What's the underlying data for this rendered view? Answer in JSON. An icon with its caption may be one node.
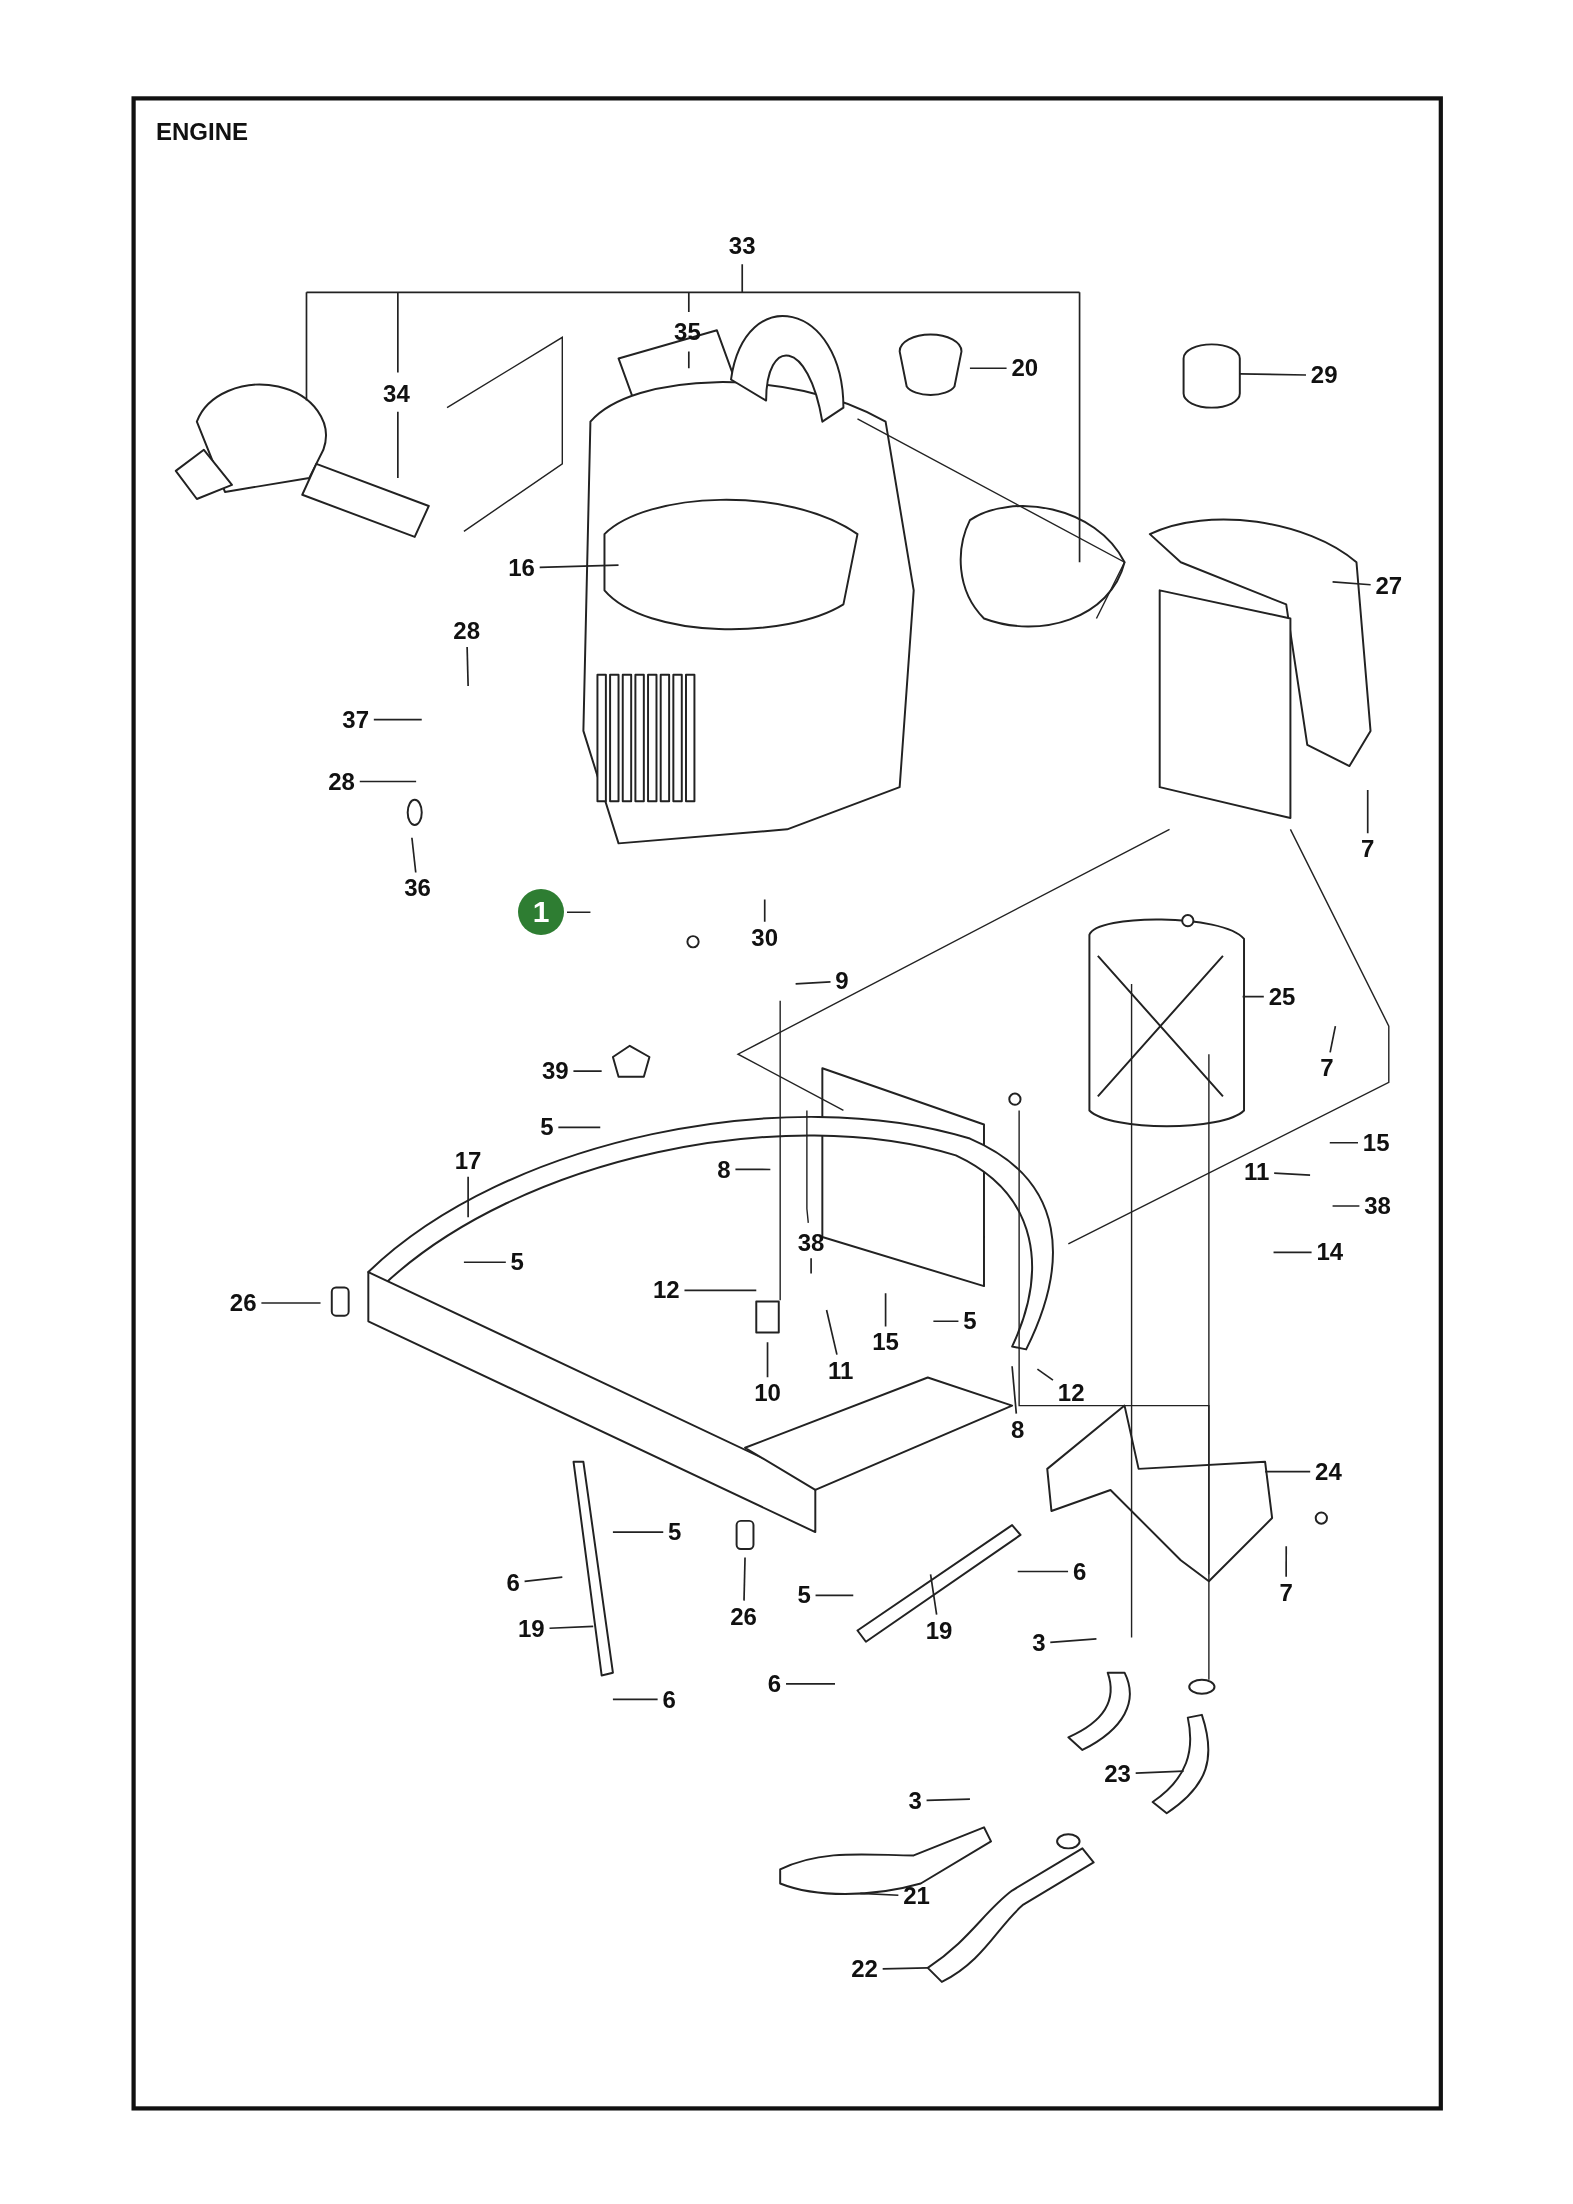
{
  "diagram": {
    "title": "ENGINE",
    "nodes": [
      {
        "text": [
          "33"
        ]
      },
      {
        "text": [
          "35"
        ]
      },
      {
        "text": [
          "34"
        ]
      },
      {
        "text": [
          "20"
        ]
      },
      {
        "text": [
          "29"
        ]
      },
      {
        "text": [
          "16"
        ]
      },
      {
        "text": [
          "27"
        ]
      },
      {
        "text": [
          "28"
        ]
      },
      {
        "text": [
          "37"
        ]
      },
      {
        "text": [
          "28"
        ]
      },
      {
        "text": [
          "36"
        ]
      },
      {
        "text": [
          "1"
        ]
      },
      {
        "text": [
          "7"
        ]
      },
      {
        "text": [
          "30"
        ]
      },
      {
        "text": [
          "9"
        ]
      },
      {
        "text": [
          "25"
        ]
      },
      {
        "text": [
          "39"
        ]
      },
      {
        "text": [
          "7"
        ]
      },
      {
        "text": [
          "5"
        ]
      },
      {
        "text": [
          "15"
        ]
      },
      {
        "text": [
          "17"
        ]
      },
      {
        "text": [
          "8"
        ]
      },
      {
        "text": [
          "11"
        ]
      },
      {
        "text": [
          "38"
        ]
      },
      {
        "text": [
          "38"
        ]
      },
      {
        "text": [
          "14"
        ]
      },
      {
        "text": [
          "5"
        ]
      },
      {
        "text": [
          "12"
        ]
      },
      {
        "text": [
          "26"
        ]
      },
      {
        "text": [
          "5"
        ]
      },
      {
        "text": [
          "15"
        ]
      },
      {
        "text": [
          "11"
        ]
      },
      {
        "text": [
          "10"
        ]
      },
      {
        "text": [
          "12"
        ]
      },
      {
        "text": [
          "8"
        ]
      },
      {
        "text": [
          "24"
        ]
      },
      {
        "text": [
          "5"
        ]
      },
      {
        "text": [
          "6"
        ]
      },
      {
        "text": [
          "6"
        ]
      },
      {
        "text": [
          "5"
        ]
      },
      {
        "text": [
          "7"
        ]
      },
      {
        "text": [
          "26"
        ]
      },
      {
        "text": [
          "19"
        ]
      },
      {
        "text": [
          "19"
        ]
      },
      {
        "text": [
          "3"
        ]
      },
      {
        "text": [
          "6"
        ]
      },
      {
        "text": [
          "6"
        ]
      },
      {
        "text": [
          "23"
        ]
      },
      {
        "text": [
          "3"
        ]
      },
      {
        "text": [
          "21"
        ]
      },
      {
        "text": [
          "22"
        ]
      }
    ],
    "edges": [
      {
        "from": 3,
        "to": null,
        "arrow": "none"
      },
      {
        "from": 4,
        "to": null,
        "arrow": "none"
      },
      {
        "from": 5,
        "to": null,
        "arrow": "none"
      },
      {
        "from": 6,
        "to": null,
        "arrow": "none"
      },
      {
        "from": 7,
        "to": null,
        "arrow": "none"
      },
      {
        "from": 8,
        "to": null,
        "arrow": "none"
      },
      {
        "from": 9,
        "to": null,
        "arrow": "none"
      },
      {
        "from": 10,
        "to": null,
        "arrow": "none"
      },
      {
        "from": 11,
        "to": null,
        "arrow": "none"
      },
      {
        "from": 12,
        "to": null,
        "arrow": "none"
      },
      {
        "from": 13,
        "to": null,
        "arrow": "none"
      },
      {
        "from": 14,
        "to": null,
        "arrow": "none"
      },
      {
        "from": 15,
        "to": null,
        "arrow": "none"
      },
      {
        "from": 16,
        "to": null,
        "arrow": "none"
      },
      {
        "from": 17,
        "to": null,
        "arrow": "none"
      },
      {
        "from": 18,
        "to": null,
        "arrow": "none"
      },
      {
        "from": 19,
        "to": null,
        "arrow": "none"
      },
      {
        "from": 20,
        "to": null,
        "arrow": "none"
      },
      {
        "from": 21,
        "to": null,
        "arrow": "none"
      },
      {
        "from": 22,
        "to": null,
        "arrow": "none"
      },
      {
        "from": 23,
        "to": null,
        "arrow": "none"
      },
      {
        "from": 24,
        "to": null,
        "arrow": "none"
      },
      {
        "from": 25,
        "to": null,
        "arrow": "none"
      },
      {
        "from": 26,
        "to": null,
        "arrow": "none"
      },
      {
        "from": 27,
        "to": null,
        "arrow": "none"
      },
      {
        "from": 28,
        "to": null,
        "arrow": "none"
      },
      {
        "from": 29,
        "to": null,
        "arrow": "none"
      },
      {
        "from": 30,
        "to": null,
        "arrow": "none"
      },
      {
        "from": 31,
        "to": null,
        "arrow": "none"
      },
      {
        "from": 32,
        "to": null,
        "arrow": "none"
      },
      {
        "from": 33,
        "to": null,
        "arrow": "none"
      },
      {
        "from": 34,
        "to": null,
        "arrow": "none"
      },
      {
        "from": 35,
        "to": null,
        "arrow": "none"
      },
      {
        "from": 36,
        "to": null,
        "arrow": "none"
      },
      {
        "from": 37,
        "to": null,
        "arrow": "none"
      },
      {
        "from": 38,
        "to": null,
        "arrow": "none"
      },
      {
        "from": 39,
        "to": null,
        "arrow": "none"
      },
      {
        "from": 40,
        "to": null,
        "arrow": "none"
      },
      {
        "from": 41,
        "to": null,
        "arrow": "none"
      },
      {
        "from": 42,
        "to": null,
        "arrow": "none"
      },
      {
        "from": 43,
        "to": null,
        "arrow": "none"
      },
      {
        "from": 44,
        "to": null,
        "arrow": "none"
      },
      {
        "from": 45,
        "to": null,
        "arrow": "none"
      },
      {
        "from": 46,
        "to": null,
        "arrow": "none"
      },
      {
        "from": 47,
        "to": null,
        "arrow": "none"
      },
      {
        "from": 48,
        "to": null,
        "arrow": "none"
      },
      {
        "from": 49,
        "to": null,
        "arrow": "none"
      },
      {
        "from": 50,
        "to": null,
        "arrow": "none"
      }
    ]
  }
}
